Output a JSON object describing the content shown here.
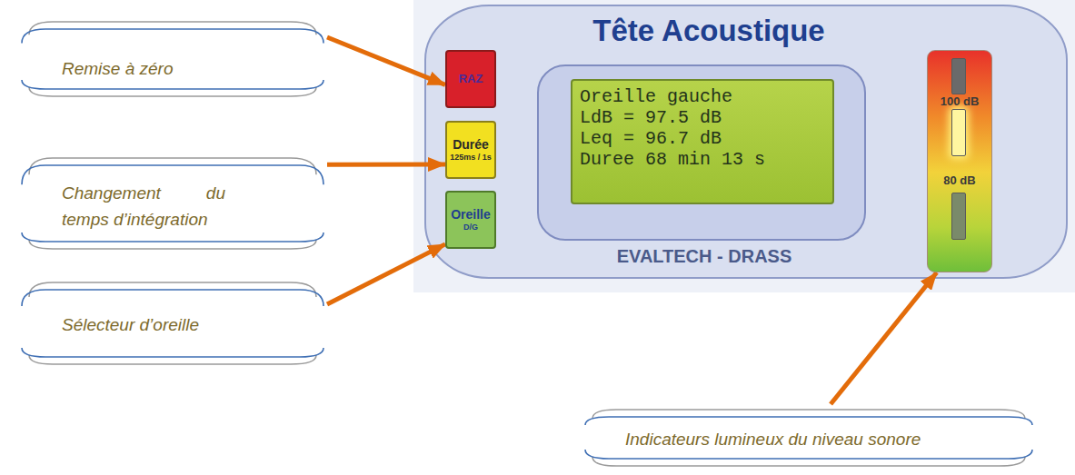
{
  "diagram": {
    "nodes": [
      {
        "text": [
          "Tête Acoustique",
          "EVALTECH - DRASS"
        ]
      },
      {
        "text": [
          "RAZ"
        ],
        "in": 0
      },
      {
        "text": [
          "Durée",
          "125ms / 1s"
        ],
        "in": 0
      },
      {
        "text": [
          "Oreille",
          "D/G"
        ],
        "in": 0
      },
      {
        "text": [
          "Oreille gauche",
          "LdB = 97.5 dB",
          "Leq = 96.7 dB",
          "Duree 68 min 13 s"
        ],
        "in": 0
      },
      {
        "text": [
          "100 dB",
          "80 dB"
        ],
        "in": 0
      },
      {
        "text": [
          "Remise à zéro"
        ]
      },
      {
        "text": [
          "Changement du temps d’intégration"
        ]
      },
      {
        "text": [
          "Sélecteur d’oreille"
        ]
      },
      {
        "text": [
          "Indicateurs lumineux du niveau sonore"
        ]
      }
    ],
    "edges": [
      {
        "from": 6,
        "to": 1,
        "arrow": "to"
      },
      {
        "from": 7,
        "to": 2,
        "arrow": "to"
      },
      {
        "from": 8,
        "to": 3,
        "arrow": "to"
      },
      {
        "from": 9,
        "to": 5,
        "arrow": "to"
      }
    ]
  }
}
